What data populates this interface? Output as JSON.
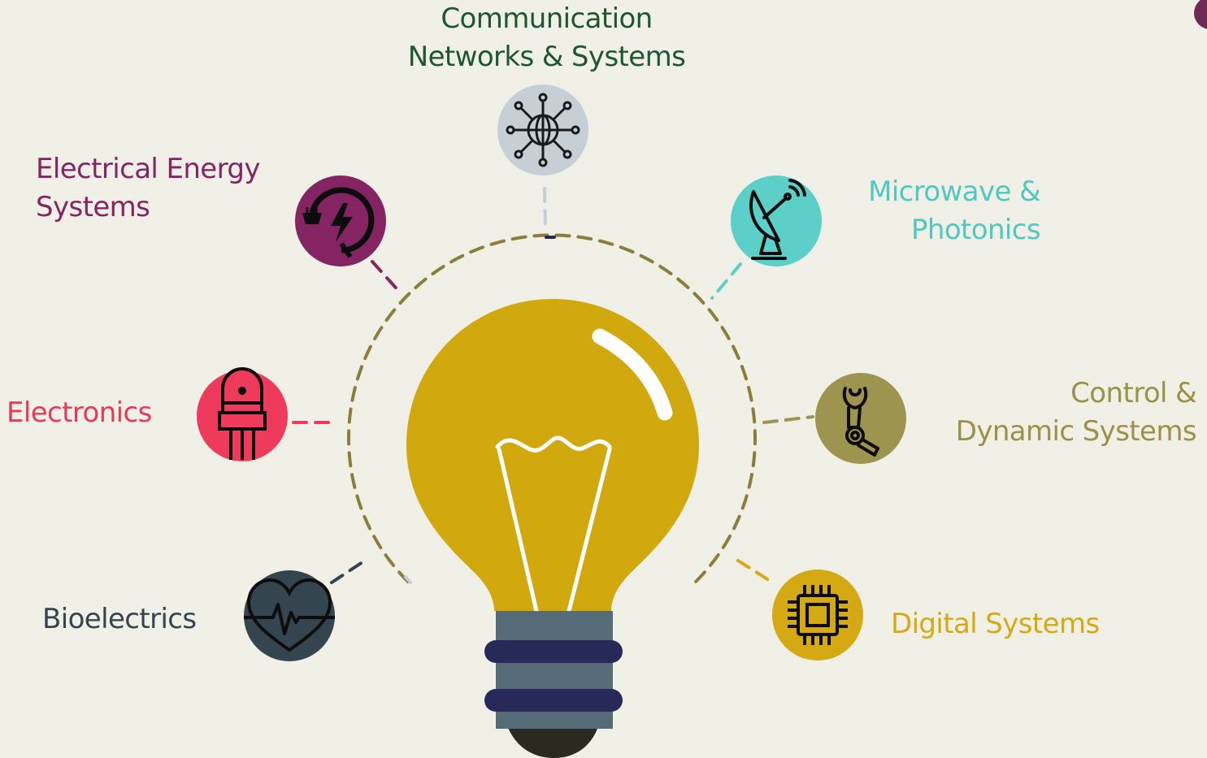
{
  "colors": {
    "background": "#f1f0e6",
    "ring": "#8a7f3a",
    "bulb": "#d1a90e",
    "bulb_base": "#556b78",
    "bulb_bands": "#272a58",
    "bulb_tip": "#2a2a1f",
    "corner_dot": "#6e2a55"
  },
  "topics": [
    {
      "id": "communication",
      "lines": [
        "Communication",
        "Networks & Systems"
      ],
      "color": "#1d5730",
      "icon_color": "#c6cfd6",
      "icon": "globe-network-icon"
    },
    {
      "id": "electrical_energy",
      "lines": [
        "Electrical Energy",
        "Systems"
      ],
      "color": "#842463",
      "icon_color": "#842463",
      "icon": "power-plug-lightning-icon"
    },
    {
      "id": "microwave",
      "lines": [
        "Microwave &",
        "Photonics"
      ],
      "color": "#4fc8c2",
      "icon_color": "#5ccfc8",
      "icon": "satellite-dish-icon"
    },
    {
      "id": "electronics",
      "lines": [
        "Electronics"
      ],
      "color": "#e63a5a",
      "icon_color": "#ef3b5b",
      "icon": "transistor-icon"
    },
    {
      "id": "control",
      "lines": [
        "Control &",
        "Dynamic Systems"
      ],
      "color": "#9b9148",
      "icon_color": "#9d9450",
      "icon": "robot-arm-icon"
    },
    {
      "id": "bioelectrics",
      "lines": [
        "Bioelectrics"
      ],
      "color": "#35454f",
      "icon_color": "#35454f",
      "icon": "heart-pulse-icon"
    },
    {
      "id": "digital",
      "lines": [
        "Digital Systems"
      ],
      "color": "#d4a913",
      "icon_color": "#d4a913",
      "icon": "microchip-icon"
    }
  ]
}
